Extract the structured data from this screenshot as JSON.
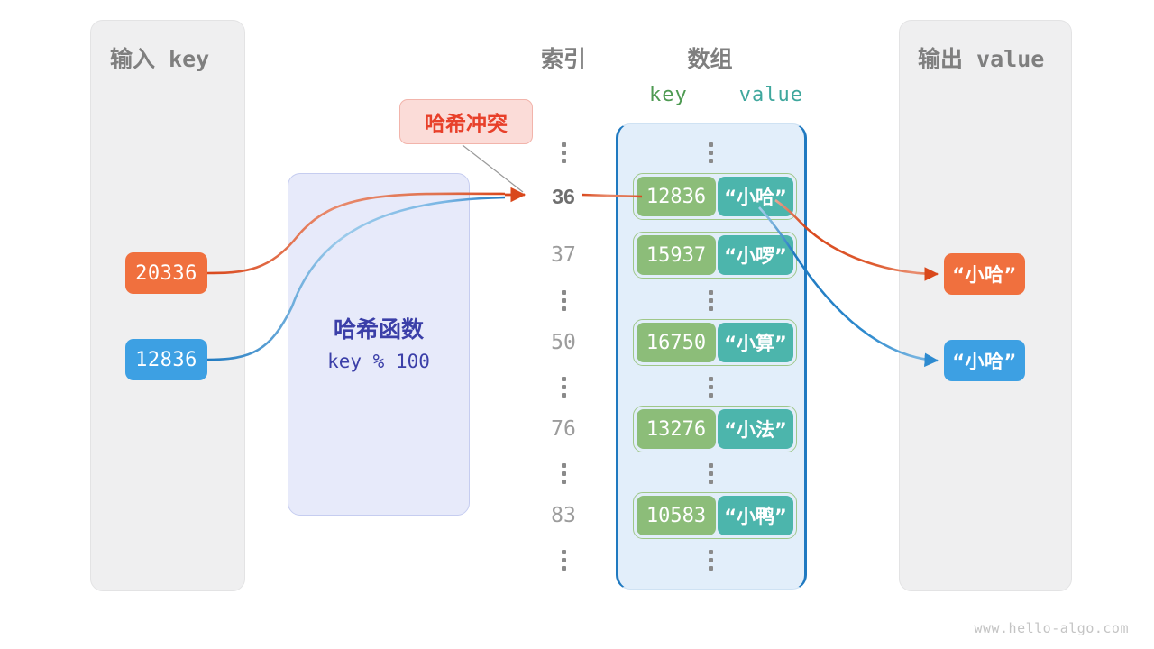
{
  "panels": {
    "input": {
      "title": "输入 key"
    },
    "output": {
      "title": "输出 value"
    }
  },
  "columns": {
    "index_title": "索引",
    "array_title": "数组",
    "key_header": "key",
    "value_header": "value"
  },
  "hash_function": {
    "title": "哈希函数",
    "expression": "key % 100"
  },
  "callout": {
    "label": "哈希冲突"
  },
  "inputs": [
    {
      "value": "20336",
      "color": "#f0703e"
    },
    {
      "value": "12836",
      "color": "#3da0e3"
    }
  ],
  "outputs": [
    {
      "value": "“小哈”",
      "color": "#f0703e"
    },
    {
      "value": "“小哈”",
      "color": "#3da0e3"
    }
  ],
  "array_rows": [
    {
      "index": "⋮",
      "type": "dots"
    },
    {
      "index": "36",
      "type": "entry",
      "key": "12836",
      "value": "“小哈”",
      "highlight": true
    },
    {
      "index": "37",
      "type": "entry",
      "key": "15937",
      "value": "“小啰”",
      "highlight": false
    },
    {
      "index": "⋮",
      "type": "dots"
    },
    {
      "index": "50",
      "type": "entry",
      "key": "16750",
      "value": "“小算”",
      "highlight": false
    },
    {
      "index": "⋮",
      "type": "dots"
    },
    {
      "index": "76",
      "type": "entry",
      "key": "13276",
      "value": "“小法”",
      "highlight": false
    },
    {
      "index": "⋮",
      "type": "dots"
    },
    {
      "index": "83",
      "type": "entry",
      "key": "10583",
      "value": "“小鸭”",
      "highlight": false
    },
    {
      "index": "⋮",
      "type": "dots"
    }
  ],
  "watermark": "www.hello-algo.com",
  "colors": {
    "orange": "#f0703e",
    "blue": "#3da0e3",
    "array_key_green": "#8cbd79",
    "array_value_teal": "#4cb5ac",
    "array_bg": "#e2eefa",
    "array_bracket": "#1f79c0",
    "panel_bg": "#efeff0",
    "hash_bg": "#e7eafa",
    "hash_text": "#3b3fa8",
    "callout_bg": "#fbdcd8",
    "callout_text": "#e8402a",
    "arrow_orange": "#d9481c",
    "arrow_blue": "#1f79c0"
  }
}
